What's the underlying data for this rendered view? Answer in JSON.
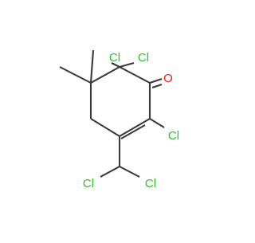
{
  "molecule": {
    "atoms": [
      {
        "id": "cl_a",
        "symbol": "Cl",
        "color": "#2fbf2f"
      },
      {
        "id": "cl_b",
        "symbol": "Cl",
        "color": "#2fbf2f"
      },
      {
        "id": "o",
        "symbol": "O",
        "color": "#ff1a1a"
      },
      {
        "id": "cl_c",
        "symbol": "Cl",
        "color": "#2fbf2f"
      },
      {
        "id": "cl_d",
        "symbol": "Cl",
        "color": "#2fbf2f"
      },
      {
        "id": "cl_e",
        "symbol": "Cl",
        "color": "#2fbf2f"
      }
    ],
    "bond_color": "#3a3a3a"
  }
}
